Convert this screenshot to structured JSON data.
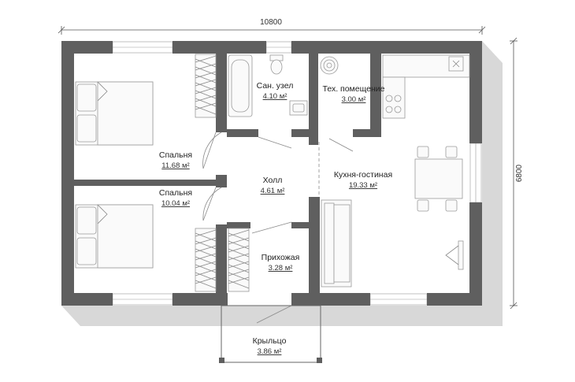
{
  "dimensions": {
    "width": "10800",
    "height": "6800"
  },
  "rooms": {
    "bedroom1": {
      "name": "Спальня",
      "area": "11.68 м²"
    },
    "bedroom2": {
      "name": "Спальня",
      "area": "10.04 м²"
    },
    "bathroom": {
      "name": "Сан. узел",
      "area": "4.10 м²"
    },
    "utility": {
      "name": "Тех. помещение",
      "area": "3.00 м²"
    },
    "hall": {
      "name": "Холл",
      "area": "4.61 м²"
    },
    "kitchen": {
      "name": "Кухня-гостиная",
      "area": "19.33 м²"
    },
    "entry": {
      "name": "Прихожая",
      "area": "3.28 м²"
    },
    "porch": {
      "name": "Крыльцо",
      "area": "3.86 м²"
    }
  },
  "colors": {
    "wall": "#5f5f5f",
    "shadow": "#d6d6d6"
  }
}
